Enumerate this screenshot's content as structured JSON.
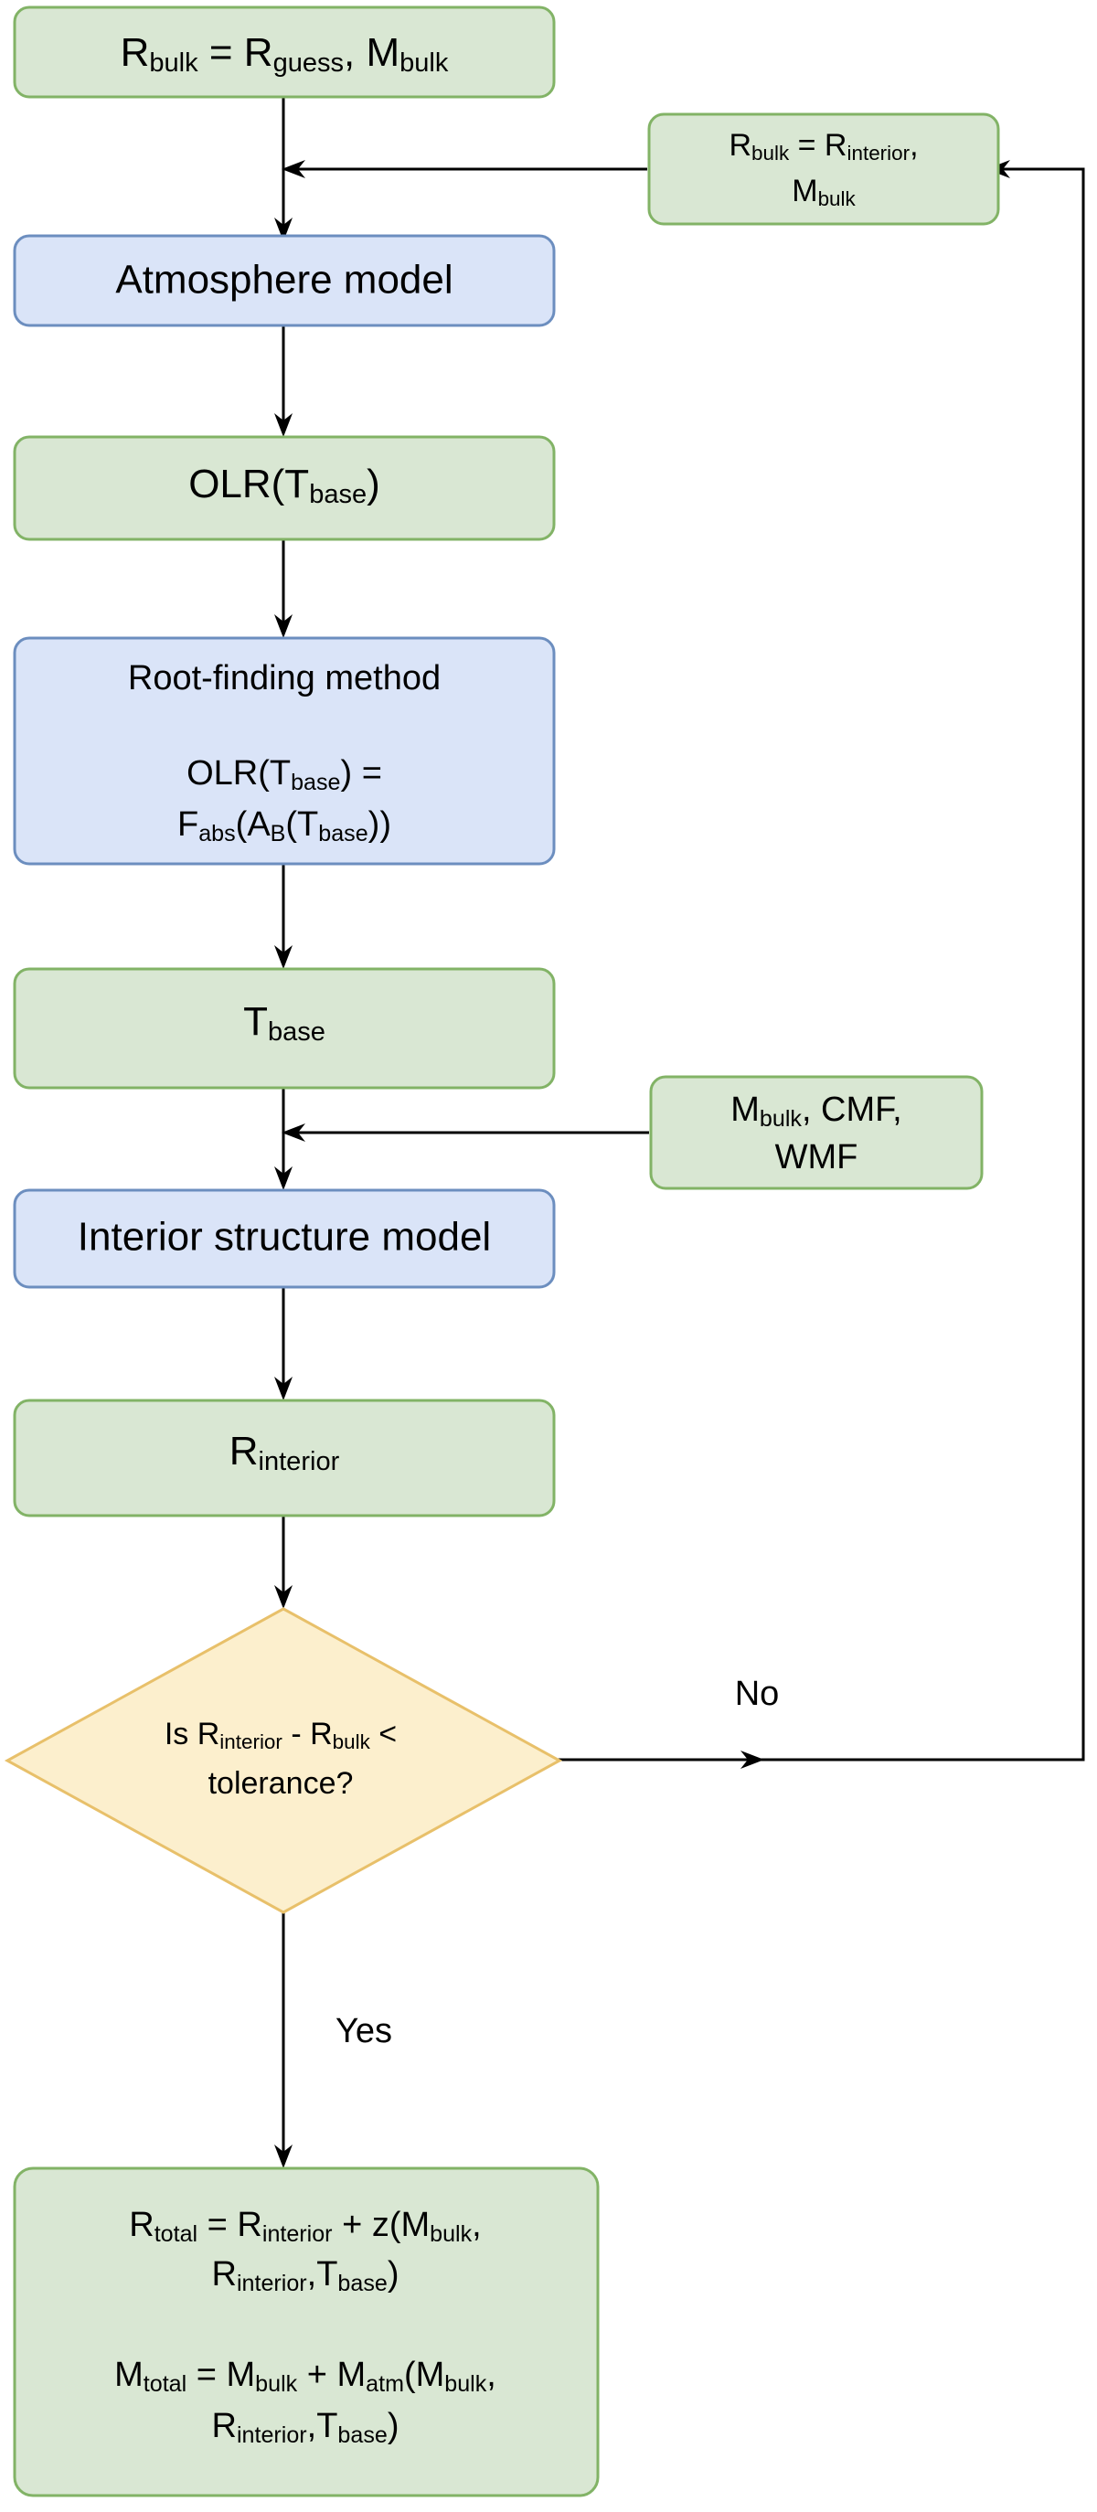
{
  "diagram": {
    "title": "Planet interior-atmosphere iterative coupling flowchart",
    "type": "flowchart",
    "background_color": "#ffffff",
    "palette": {
      "green_fill": "#d9e7d3",
      "green_stroke": "#82b366",
      "blue_fill": "#dae4f8",
      "blue_stroke": "#6c8ebf",
      "yellow_fill": "#fcefcd",
      "yellow_stroke": "#e8c06a",
      "edge_color": "#000000"
    },
    "nodes": {
      "start": {
        "shape": "rounded-rect",
        "color": "green",
        "lines": [
          [
            {
              "t": "R",
              "s": 0
            },
            {
              "t": "bulk",
              "s": 1
            },
            {
              "t": " = R",
              "s": 0
            },
            {
              "t": "guess",
              "s": 1
            },
            {
              "t": ", M",
              "s": 0
            },
            {
              "t": "bulk",
              "s": 1
            }
          ]
        ],
        "plain": "R_bulk = R_guess, M_bulk"
      },
      "feedback": {
        "shape": "rounded-rect",
        "color": "green",
        "lines": [
          [
            {
              "t": "R",
              "s": 0
            },
            {
              "t": "bulk",
              "s": 1
            },
            {
              "t": " = R",
              "s": 0
            },
            {
              "t": "interior",
              "s": 1
            },
            {
              "t": ",",
              "s": 0
            }
          ],
          [
            {
              "t": "M",
              "s": 0
            },
            {
              "t": "bulk",
              "s": 1
            }
          ]
        ],
        "plain": "R_bulk = R_interior, M_bulk"
      },
      "atmosphere_model": {
        "shape": "rounded-rect",
        "color": "blue",
        "lines": [
          [
            {
              "t": "Atmosphere model",
              "s": 0
            }
          ]
        ],
        "plain": "Atmosphere model"
      },
      "olr": {
        "shape": "rounded-rect",
        "color": "green",
        "lines": [
          [
            {
              "t": "OLR(T",
              "s": 0
            },
            {
              "t": "base",
              "s": 1
            },
            {
              "t": ")",
              "s": 0
            }
          ]
        ],
        "plain": "OLR(T_base)"
      },
      "root_finding": {
        "shape": "rounded-rect",
        "color": "blue",
        "lines": [
          [
            {
              "t": "Root-finding method",
              "s": 0
            }
          ],
          [
            {
              "t": "",
              "s": 0
            }
          ],
          [
            {
              "t": "OLR(T",
              "s": 0
            },
            {
              "t": "base",
              "s": 1
            },
            {
              "t": ") =",
              "s": 0
            }
          ],
          [
            {
              "t": "F",
              "s": 0
            },
            {
              "t": "abs",
              "s": 1
            },
            {
              "t": "(A",
              "s": 0
            },
            {
              "t": "B",
              "s": 1
            },
            {
              "t": "(T",
              "s": 0
            },
            {
              "t": "base",
              "s": 1
            },
            {
              "t": "))",
              "s": 0
            }
          ]
        ],
        "plain": "Root-finding method  OLR(T_base) = F_abs(A_B(T_base))"
      },
      "tbase": {
        "shape": "rounded-rect",
        "color": "green",
        "lines": [
          [
            {
              "t": "T",
              "s": 0
            },
            {
              "t": "base",
              "s": 1
            }
          ]
        ],
        "plain": "T_base"
      },
      "interior_inputs": {
        "shape": "rounded-rect",
        "color": "green",
        "lines": [
          [
            {
              "t": "M",
              "s": 0
            },
            {
              "t": "bulk",
              "s": 1
            },
            {
              "t": ", CMF,",
              "s": 0
            }
          ],
          [
            {
              "t": "WMF",
              "s": 0
            }
          ]
        ],
        "plain": "M_bulk, CMF, WMF"
      },
      "interior_structure_model": {
        "shape": "rounded-rect",
        "color": "blue",
        "lines": [
          [
            {
              "t": "Interior structure model",
              "s": 0
            }
          ]
        ],
        "plain": "Interior structure model"
      },
      "r_interior": {
        "shape": "rounded-rect",
        "color": "green",
        "lines": [
          [
            {
              "t": "R",
              "s": 0
            },
            {
              "t": "interior",
              "s": 1
            }
          ]
        ],
        "plain": "R_interior"
      },
      "decision": {
        "shape": "diamond",
        "color": "yellow",
        "lines": [
          [
            {
              "t": "Is R",
              "s": 0
            },
            {
              "t": "interior",
              "s": 1
            },
            {
              "t": " - R",
              "s": 0
            },
            {
              "t": "bulk",
              "s": 1
            },
            {
              "t": "  <",
              "s": 0
            }
          ],
          [
            {
              "t": "tolerance?",
              "s": 0
            }
          ]
        ],
        "plain": "Is R_interior - R_bulk < tolerance?"
      },
      "result": {
        "shape": "rounded-rect",
        "color": "green",
        "lines": [
          [
            {
              "t": "R",
              "s": 0
            },
            {
              "t": "total",
              "s": 1
            },
            {
              "t": " = R",
              "s": 0
            },
            {
              "t": "interior",
              "s": 1
            },
            {
              "t": " + z(M",
              "s": 0
            },
            {
              "t": "bulk",
              "s": 1
            },
            {
              "t": ",",
              "s": 0
            }
          ],
          [
            {
              "t": "R",
              "s": 0
            },
            {
              "t": "interior",
              "s": 1
            },
            {
              "t": ",T",
              "s": 0
            },
            {
              "t": "base",
              "s": 1
            },
            {
              "t": ")",
              "s": 0
            }
          ],
          [
            {
              "t": "",
              "s": 0
            }
          ],
          [
            {
              "t": "M",
              "s": 0
            },
            {
              "t": "total",
              "s": 1
            },
            {
              "t": " = M",
              "s": 0
            },
            {
              "t": "bulk",
              "s": 1
            },
            {
              "t": " + M",
              "s": 0
            },
            {
              "t": "atm",
              "s": 1
            },
            {
              "t": "(M",
              "s": 0
            },
            {
              "t": "bulk",
              "s": 1
            },
            {
              "t": ",",
              "s": 0
            }
          ],
          [
            {
              "t": "R",
              "s": 0
            },
            {
              "t": "interior",
              "s": 1
            },
            {
              "t": ",T",
              "s": 0
            },
            {
              "t": "base",
              "s": 1
            },
            {
              "t": ")",
              "s": 0
            }
          ]
        ],
        "plain": "R_total = R_interior + z(M_bulk, R_interior,T_base)   M_total = M_bulk + M_atm(M_bulk, R_interior,T_base)"
      }
    },
    "edge_labels": {
      "no": "No",
      "yes": "Yes"
    }
  }
}
